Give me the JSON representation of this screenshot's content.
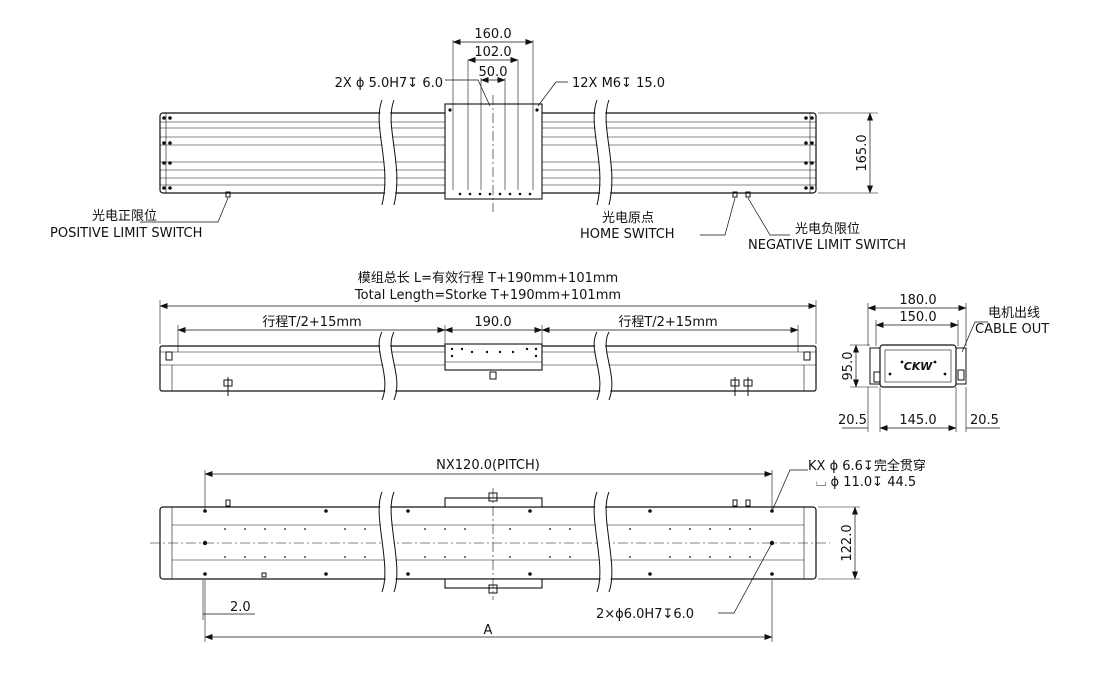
{
  "top_view": {
    "dim_160": "160.0",
    "dim_102": "102.0",
    "dim_50": "50.0",
    "pin_holes": "2X ϕ 5.0H7↧ 6.0",
    "tapped_holes": "12X  M6↧ 15.0",
    "height_165": "165.0",
    "positive_limit_cn": "光电正限位",
    "positive_limit_en": "POSITIVE LIMIT SWITCH",
    "home_cn": "光电原点",
    "home_en": "HOME SWITCH",
    "negative_limit_cn": "光电负限位",
    "negative_limit_en": "NEGATIVE LIMIT SWITCH"
  },
  "side_view": {
    "total_length_cn": "模组总长 L=有效行程 T+190mm+101mm",
    "total_length_en": "Total Length=Storke T+190mm+101mm",
    "stroke_left": "行程T/2+15mm",
    "carriage_190": "190.0",
    "stroke_right": "行程T/2+15mm"
  },
  "end_view": {
    "dim_180": "180.0",
    "dim_150": "150.0",
    "height_95": "95.0",
    "dim_20_5_left": "20.5",
    "dim_145": "145.0",
    "dim_20_5_right": "20.5",
    "cable_cn": "电机出线",
    "cable_en": "CABLE OUT",
    "logo": "CKW"
  },
  "bottom_view": {
    "pitch": "NX120.0(PITCH)",
    "kx_holes": "KX ϕ 6.6↧完全贯穿",
    "counterbore": "⌴ ϕ 11.0↧ 44.5",
    "width_122": "122.0",
    "dim_2": "2.0",
    "bottom_pins": "2×ϕ6.0H7↧6.0",
    "dim_a": "A"
  }
}
